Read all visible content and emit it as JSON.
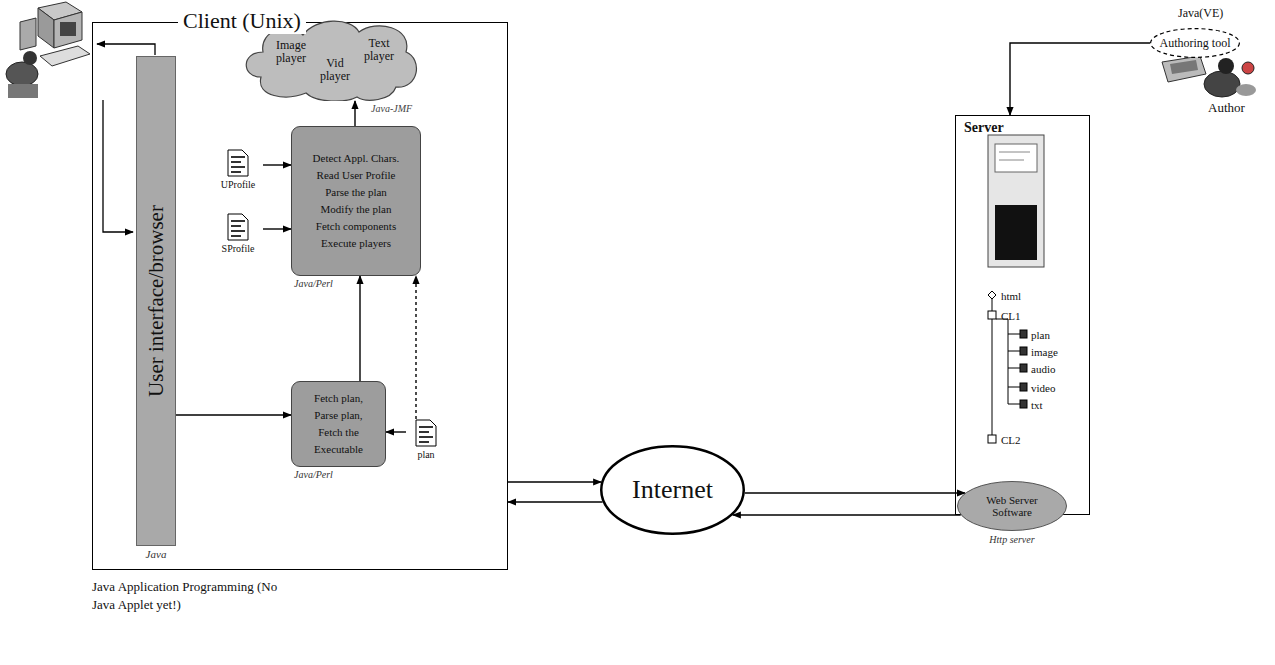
{
  "diagram": {
    "nodes": [
      {
        "text": [
          "Client (Unix)"
        ]
      },
      {
        "text": [
          "User interface/browser",
          "Java"
        ],
        "in": 0
      },
      {
        "text": [
          "Image player",
          "Vid player",
          "Text player",
          "Java-JMF"
        ],
        "in": 0
      },
      {
        "text": [
          "Detect Appl. Chars.",
          "Read User Profile",
          "Parse the plan",
          "Modify the plan",
          "Fetch components",
          "Execute players",
          "Java/Perl"
        ],
        "in": 0
      },
      {
        "text": [
          "Fetch plan,",
          "Parse plan,",
          "Fetch the Executable",
          "Java/Perl"
        ],
        "in": 0
      },
      {
        "text": [
          "UProfile"
        ],
        "in": 0
      },
      {
        "text": [
          "SProfile"
        ],
        "in": 0
      },
      {
        "text": [
          "plan"
        ],
        "in": 0
      },
      {
        "text": [
          "Internet"
        ]
      },
      {
        "text": [
          "Server",
          "html",
          "CL1",
          "plan",
          "image",
          "audio",
          "video",
          "txt",
          "CL2"
        ]
      },
      {
        "text": [
          "Web Server Software",
          "Http server"
        ],
        "in": 9
      },
      {
        "text": [
          "Java(VE)",
          "Authoring tool"
        ]
      }
    ],
    "edges": [
      {
        "from": 5,
        "to": 3,
        "arrow": "to"
      },
      {
        "from": 6,
        "to": 3,
        "arrow": "to"
      },
      {
        "from": 7,
        "to": 3,
        "arrow": "to"
      },
      {
        "from": 7,
        "to": 4,
        "arrow": "to"
      },
      {
        "from": 1,
        "to": 4,
        "arrow": "to"
      },
      {
        "from": 4,
        "to": 3,
        "arrow": "to"
      },
      {
        "from": 3,
        "to": 2,
        "arrow": "to"
      },
      {
        "from": 0,
        "to": 8,
        "arrow": "to"
      },
      {
        "from": 8,
        "to": 0,
        "arrow": "to"
      },
      {
        "from": 8,
        "to": 10,
        "arrow": "to"
      },
      {
        "from": 10,
        "to": 8,
        "arrow": "to"
      },
      {
        "from": 11,
        "to": 9,
        "arrow": "to"
      }
    ],
    "labels": [
      "Java Application Programming (No Java Applet yet!)",
      "Author"
    ]
  }
}
